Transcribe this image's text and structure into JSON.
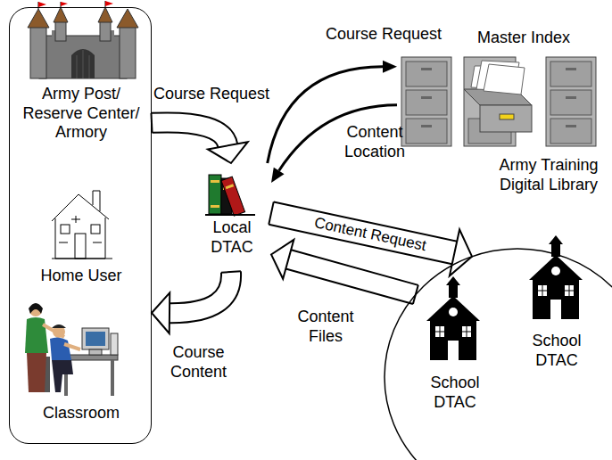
{
  "diagram": {
    "nodes": [
      {
        "text": [
          "Army Post/ Reserve Center/ Armory",
          "Home User",
          "Classroom"
        ]
      },
      {
        "text": [
          "Local DTAC"
        ]
      },
      {
        "text": [
          "Master Index",
          "Army Training Digital Library"
        ]
      },
      {
        "text": []
      },
      {
        "text": [
          "School DTAC"
        ],
        "in": 3
      },
      {
        "text": [
          "School DTAC"
        ],
        "in": 3
      }
    ],
    "edges": [
      {
        "from": 0,
        "to": 1,
        "label": "Course Request",
        "arrow": "to"
      },
      {
        "from": 1,
        "to": 2,
        "label": "Course Request",
        "arrow": "to"
      },
      {
        "from": 2,
        "to": 1,
        "label": "Content Location",
        "arrow": "to"
      },
      {
        "from": 1,
        "to": 3,
        "label": "Content Request",
        "arrow": "to"
      },
      {
        "from": 3,
        "to": 1,
        "label": "Content Files",
        "arrow": "to"
      },
      {
        "from": 1,
        "to": 0,
        "label": "Course Content",
        "arrow": "to"
      }
    ]
  }
}
